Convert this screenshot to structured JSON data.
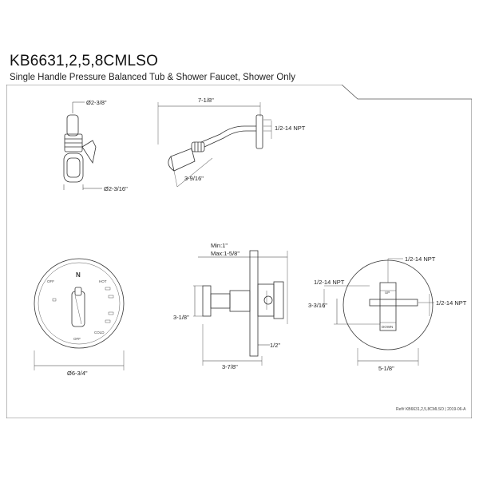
{
  "header": {
    "title": "KB6631,2,5,8CMLSO",
    "subtitle": "Single Handle Pressure Balanced Tub & Shower Faucet, Shower Only"
  },
  "shower_head_front": {
    "top_diameter": "Ø2-3/8\"",
    "bottom_diameter": "Ø2-3/16\""
  },
  "shower_head_side": {
    "arm_length": "7-1/8\"",
    "thread": "1/2-14 NPT",
    "drop": "3-9/16\""
  },
  "trim_front": {
    "diameter": "Ø6-3/4\"",
    "labels": [
      "OFF",
      "HOT",
      "COLD"
    ]
  },
  "valve_side": {
    "wall_range": "Min:1\"\nMax:1-5/8\"",
    "min_label": "Min:1\"",
    "max_label": "Max:1-5/8\"",
    "height": "3-1/8\"",
    "depth": "3-7/8\"",
    "offset": "1/2\""
  },
  "valve_rear": {
    "top_thread": "1/2-14 NPT",
    "left_thread": "1/2-14 NPT",
    "right_thread": "1/2-14 NPT",
    "height": "3-3/16\"",
    "width": "5-1/8\"",
    "up_label": "UP",
    "down_label": "DOWN"
  },
  "footer": {
    "ref": "Ref# KB6631,2,5,8CMLSO | 2019-06-A"
  }
}
